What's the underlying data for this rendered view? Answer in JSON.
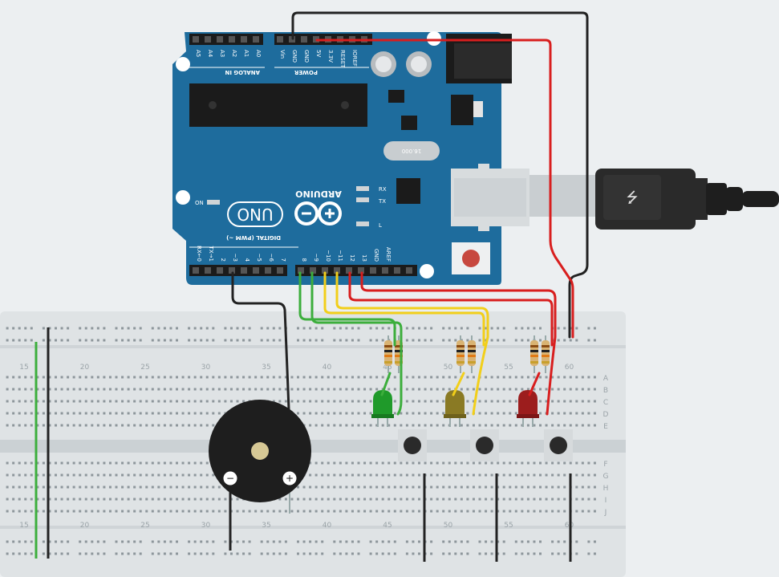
{
  "arduino": {
    "brand": "ARDUINO",
    "model": "UNO",
    "on_label": "ON",
    "tx_label": "TX",
    "rx_label": "RX",
    "l_label": "L",
    "crystal_label": "16.000",
    "analog_header_label": "ANALOG IN",
    "power_header_label": "POWER",
    "digital_header_label": "DIGITAL (PWM ~)",
    "analog_pins": [
      "A5",
      "A4",
      "A3",
      "A2",
      "A1",
      "A0"
    ],
    "power_pins": [
      "Vin",
      "GND",
      "GND",
      "5V",
      "3.3V",
      "RESET",
      "IOREF"
    ],
    "digital_pins_low": [
      "RX←0",
      "TX→1",
      "2",
      "~3",
      "4",
      "~5",
      "~6",
      "7"
    ],
    "digital_pins_high": [
      "8",
      "~9",
      "~10",
      "~11",
      "12",
      "13",
      "GND",
      "AREF"
    ]
  },
  "breadboard": {
    "column_numbers": [
      "15",
      "20",
      "25",
      "30",
      "35",
      "40",
      "45",
      "50",
      "55",
      "60"
    ],
    "row_letters_top": [
      "A",
      "B",
      "C",
      "D",
      "E"
    ],
    "row_letters_bottom": [
      "F",
      "G",
      "H",
      "I",
      "J"
    ]
  },
  "components": {
    "leds": [
      "green",
      "yellow",
      "red"
    ],
    "colors": {
      "board": "#1e6c9d",
      "wire_red": "#d81e1e",
      "wire_green": "#3cae3c",
      "wire_yellow": "#f2cf1a",
      "wire_black": "#222222",
      "led_green": "#1f9a2a",
      "led_yellow": "#8a7a24",
      "led_red": "#9c1d1d"
    },
    "buzzer_minus": "−",
    "buzzer_plus": "+"
  }
}
